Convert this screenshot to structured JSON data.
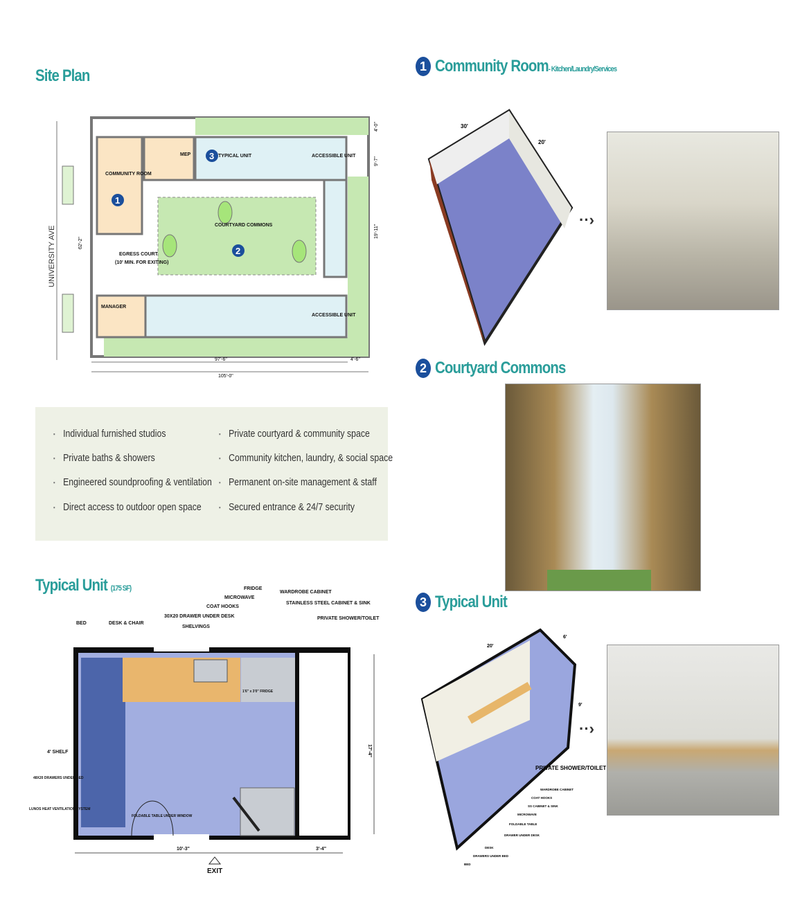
{
  "site_plan": {
    "title": "Site Plan",
    "street": "UNIVERSITY AVE",
    "labels": {
      "community_room": "COMMUNITY ROOM",
      "typical_unit": "TYPICAL UNIT",
      "accessible_unit": "ACCESSIBLE UNIT",
      "courtyard": "COURTYARD COMMONS",
      "egress": "EGRESS COURT",
      "egress_note": "(10' MIN. FOR EXITING)",
      "manager": "MANAGER",
      "mep": "MEP"
    },
    "markers": [
      "1",
      "2",
      "3"
    ],
    "dims": {
      "left_total": "62'-2\"",
      "bottom_inner": "97'-6\"",
      "bottom_side": "4'-6\"",
      "bottom_total": "105'-0\"",
      "top_yard": "4'-0\"",
      "unit_depth": "9'-7\"",
      "court": "19'-11\""
    }
  },
  "features": {
    "left": [
      "Individual furnished studios",
      "Private baths & showers",
      "Engineered soundproofing & ventilation",
      "Direct access to outdoor open space"
    ],
    "right": [
      "Private courtyard & community space",
      "Community kitchen, laundry, & social space",
      "Permanent on-site management & staff",
      "Secured entrance & 24/7 security"
    ]
  },
  "typical_unit_plan": {
    "title": "Typical Unit",
    "area": "(175 SF)",
    "callouts": {
      "bed": "BED",
      "desk": "DESK & CHAIR",
      "drawer": "30X20 DRAWER UNDER DESK",
      "shelvings": "SHELVINGS",
      "coat_hooks": "COAT HOOKS",
      "microwave": "MICROWAVE",
      "fridge": "FRIDGE",
      "wardrobe": "WARDROBE CABINET",
      "sink": "STAINLESS STEEL CABINET & SINK",
      "shower": "PRIVATE SHOWER/TOILET",
      "shelf": "4' SHELF",
      "drawers_bed": "48X20 DRAWERS UNDER BED",
      "ventilation": "LUNOS HEAT VENTILATION SYSTEM",
      "table": "FOLDABLE TABLE UNDER WINDOW",
      "fridge_size": "1'6\" x 3'0\" FRIDGE",
      "exit": "EXIT"
    },
    "dims": {
      "main": "10'-3\"",
      "bath": "3'-4\"",
      "height": "17'-4\""
    }
  },
  "community_room": {
    "marker": "1",
    "title": "Community Room",
    "subtitle": "- Kitchen/Laundry/Services",
    "dim_a": "30'",
    "dim_b": "20'"
  },
  "courtyard": {
    "marker": "2",
    "title": "Courtyard Commons"
  },
  "typical_unit": {
    "marker": "3",
    "title": "Typical Unit",
    "dim_a": "20'",
    "dim_b": "6'",
    "dim_c": "9'",
    "callouts": [
      "PRIVATE SHOWER/TOILET",
      "WARDROBE CABINET",
      "COAT HOOKS",
      "SS CABINET & SINK",
      "MICROWAVE",
      "FOLDABLE TABLE",
      "DRAWER UNDER DESK",
      "DESK",
      "DRAWERS UNDER BED",
      "BED"
    ]
  },
  "colors": {
    "teal": "#2a9d9a",
    "badge": "#1b4f9c",
    "lawn": "#c6e8b2",
    "unit": "#dff1f5",
    "common": "#fbe5c4"
  }
}
